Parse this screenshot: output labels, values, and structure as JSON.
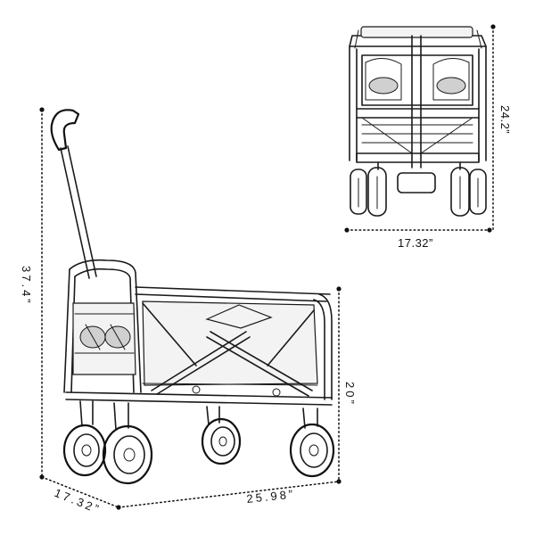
{
  "dimensions": {
    "front_width": "17.32”",
    "front_height": "24.2”",
    "side_handle_height": "37.4”",
    "side_body_height": "20”",
    "side_length": "25.98”",
    "side_width": "17.32”"
  }
}
